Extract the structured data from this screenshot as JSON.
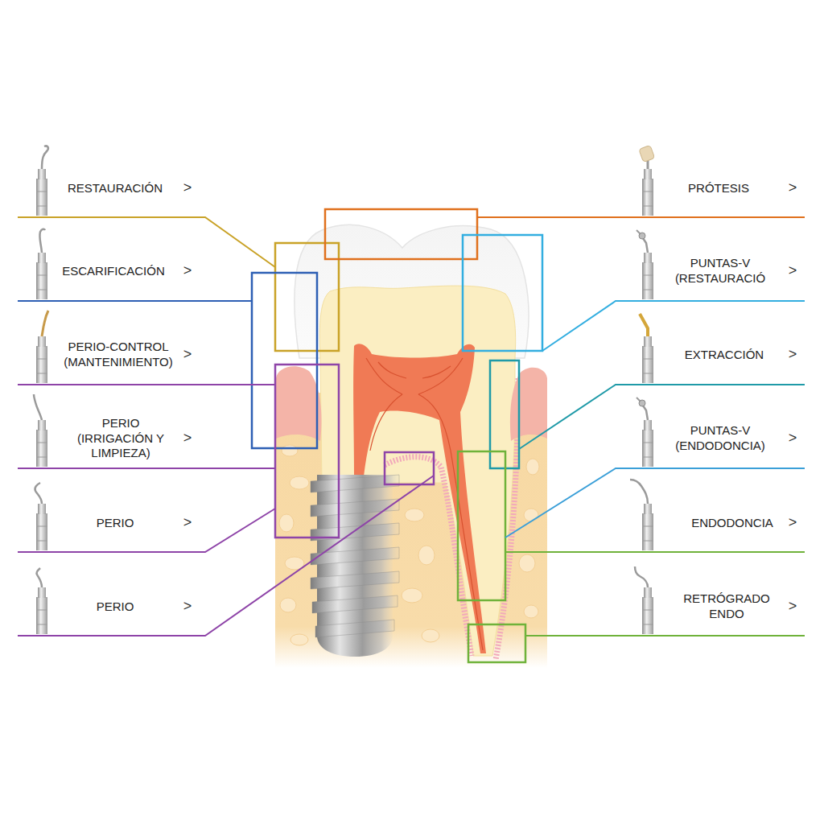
{
  "diagram": {
    "labels": [
      "RESTAURACIÓN",
      ">",
      "PRÓTESIS",
      ">",
      "ESCARIFICACIÓN",
      ">",
      "PUNTAS-V (RESTAURACIÓ",
      ">",
      "PERIO-CONTROL (MANTENIMIENTO)",
      ">",
      "EXTRACCIÓN",
      ">",
      "PERIO (IRRIGACIÓN Y LIMPIEZA)",
      ">",
      "PUNTAS-V (ENDODONCIA)",
      ">",
      "PERIO",
      ">",
      "ENDODONCIA",
      ">",
      "PERIO",
      ">",
      "RETRÓGRADO ENDO",
      ">"
    ]
  }
}
